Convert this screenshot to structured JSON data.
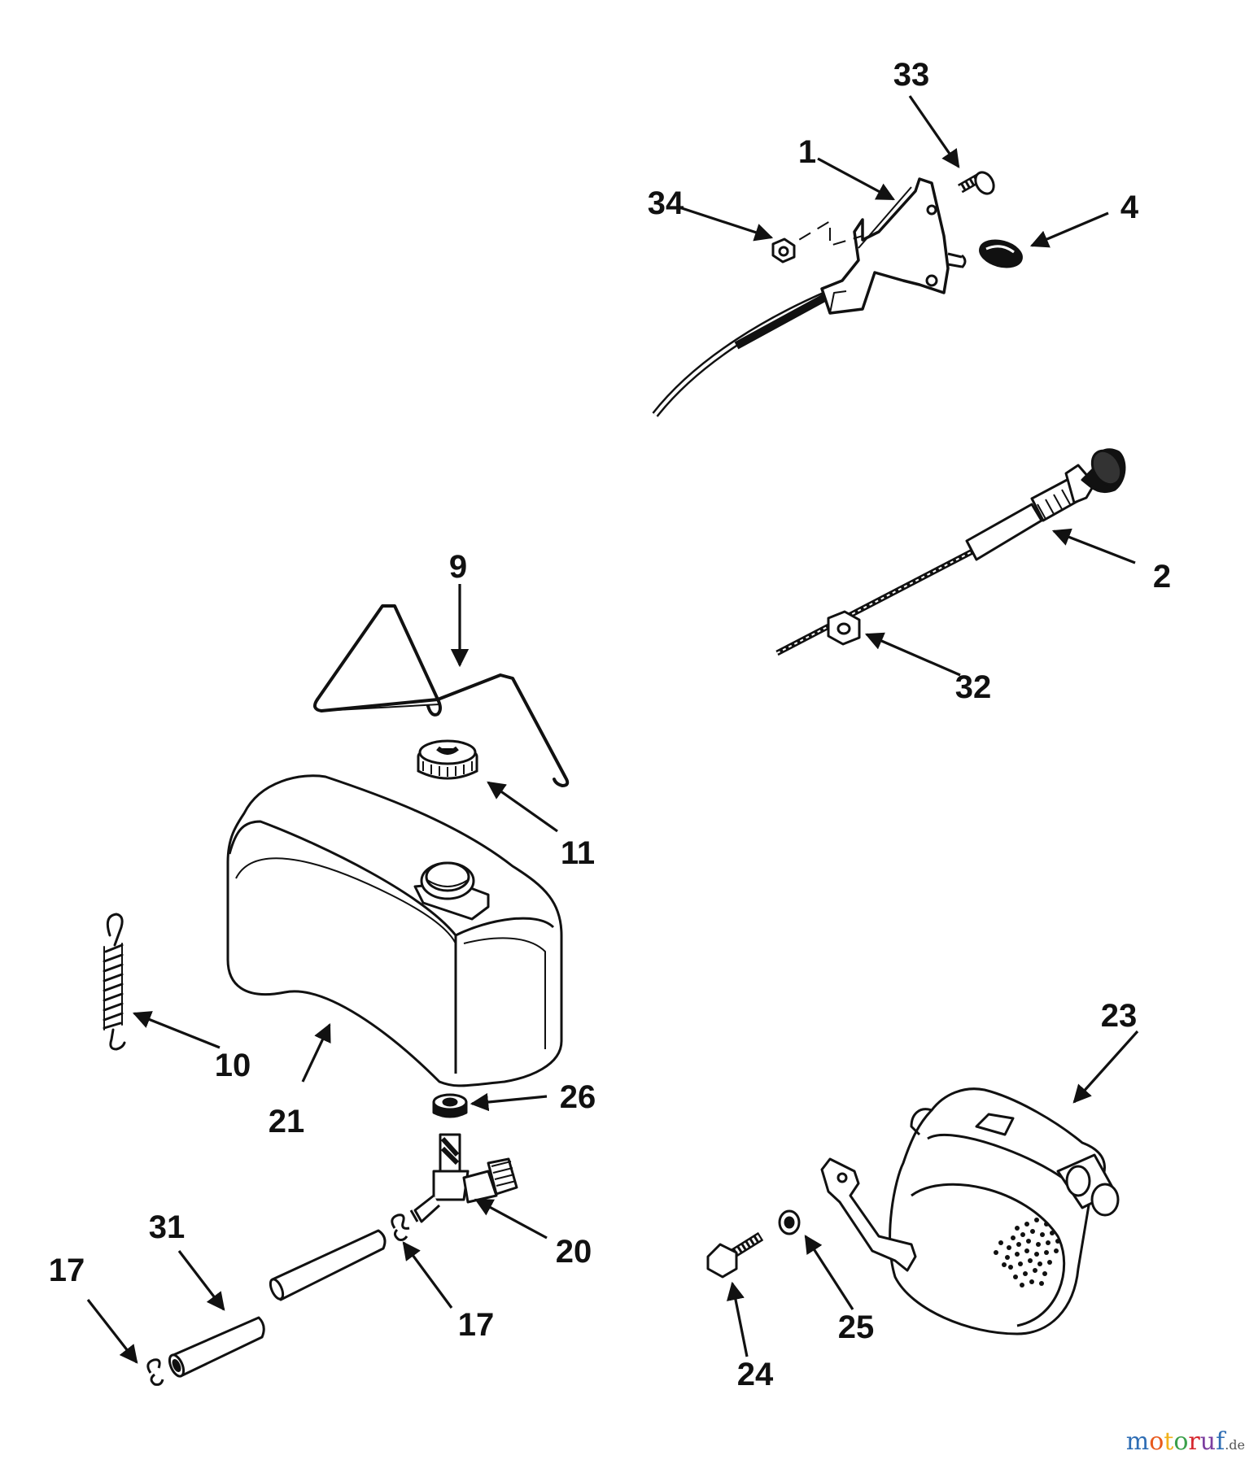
{
  "callouts": {
    "c1": "1",
    "c2": "2",
    "c4": "4",
    "c9": "9",
    "c10": "10",
    "c11": "11",
    "c17a": "17",
    "c17b": "17",
    "c20": "20",
    "c21": "21",
    "c23": "23",
    "c24": "24",
    "c25": "25",
    "c26": "26",
    "c31": "31",
    "c32": "32",
    "c33": "33",
    "c34": "34"
  },
  "watermark": {
    "brand_letters": [
      "m",
      "o",
      "t",
      "o",
      "r",
      "u",
      "f"
    ],
    "suffix": ".de"
  },
  "colors": {
    "ink": "#111111",
    "background": "#ffffff",
    "watermark_letters": [
      "#2e6db4",
      "#e85a1c",
      "#f2b21b",
      "#3aa04a",
      "#d6272e",
      "#7b3fa0",
      "#2e6db4"
    ]
  }
}
